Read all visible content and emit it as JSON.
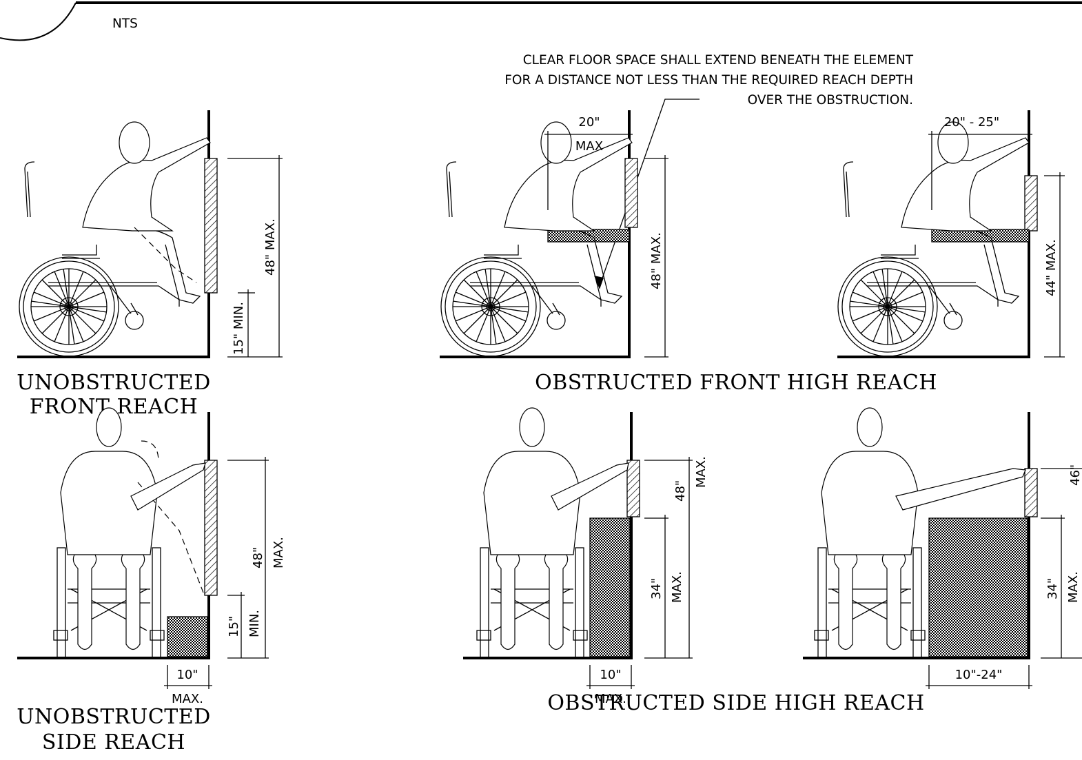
{
  "sheet": {
    "scale_note": "NTS",
    "leader_note": [
      "CLEAR FLOOR SPACE SHALL EXTEND BENEATH THE ELEMENT",
      "FOR A DISTANCE NOT LESS THAN THE REQUIRED REACH DEPTH",
      "OVER THE OBSTRUCTION."
    ]
  },
  "titles": {
    "unobstructed_front": [
      "UNOBSTRUCTED",
      "FRONT REACH"
    ],
    "obstructed_front": "OBSTRUCTED FRONT HIGH REACH",
    "unobstructed_side": [
      "UNOBSTRUCTED",
      "SIDE REACH"
    ],
    "obstructed_side": "OBSTRUCTED SIDE HIGH REACH"
  },
  "dims": {
    "uf_high": "48\" MAX.",
    "uf_low": "15\" MIN.",
    "of1_depth_a": "20\"",
    "of1_depth_b": "MAX",
    "of1_high": "48\" MAX.",
    "of2_depth": "20\" - 25\"",
    "of2_high": "44\" MAX.",
    "us_high_a": "48\"",
    "us_high_b": "MAX.",
    "us_low_a": "15\"",
    "us_low_b": "MIN.",
    "us_depth_a": "10\"",
    "us_depth_b": "MAX.",
    "os1_high_a": "48\"",
    "os1_high_b": "MAX.",
    "os1_low_a": "34\"",
    "os1_low_b": "MAX.",
    "os1_depth_a": "10\"",
    "os1_depth_b": "MAX.",
    "os2_high_a": "46\"",
    "os2_low_a": "34\"",
    "os2_low_b": "MAX.",
    "os2_depth": "10\"-24\""
  }
}
